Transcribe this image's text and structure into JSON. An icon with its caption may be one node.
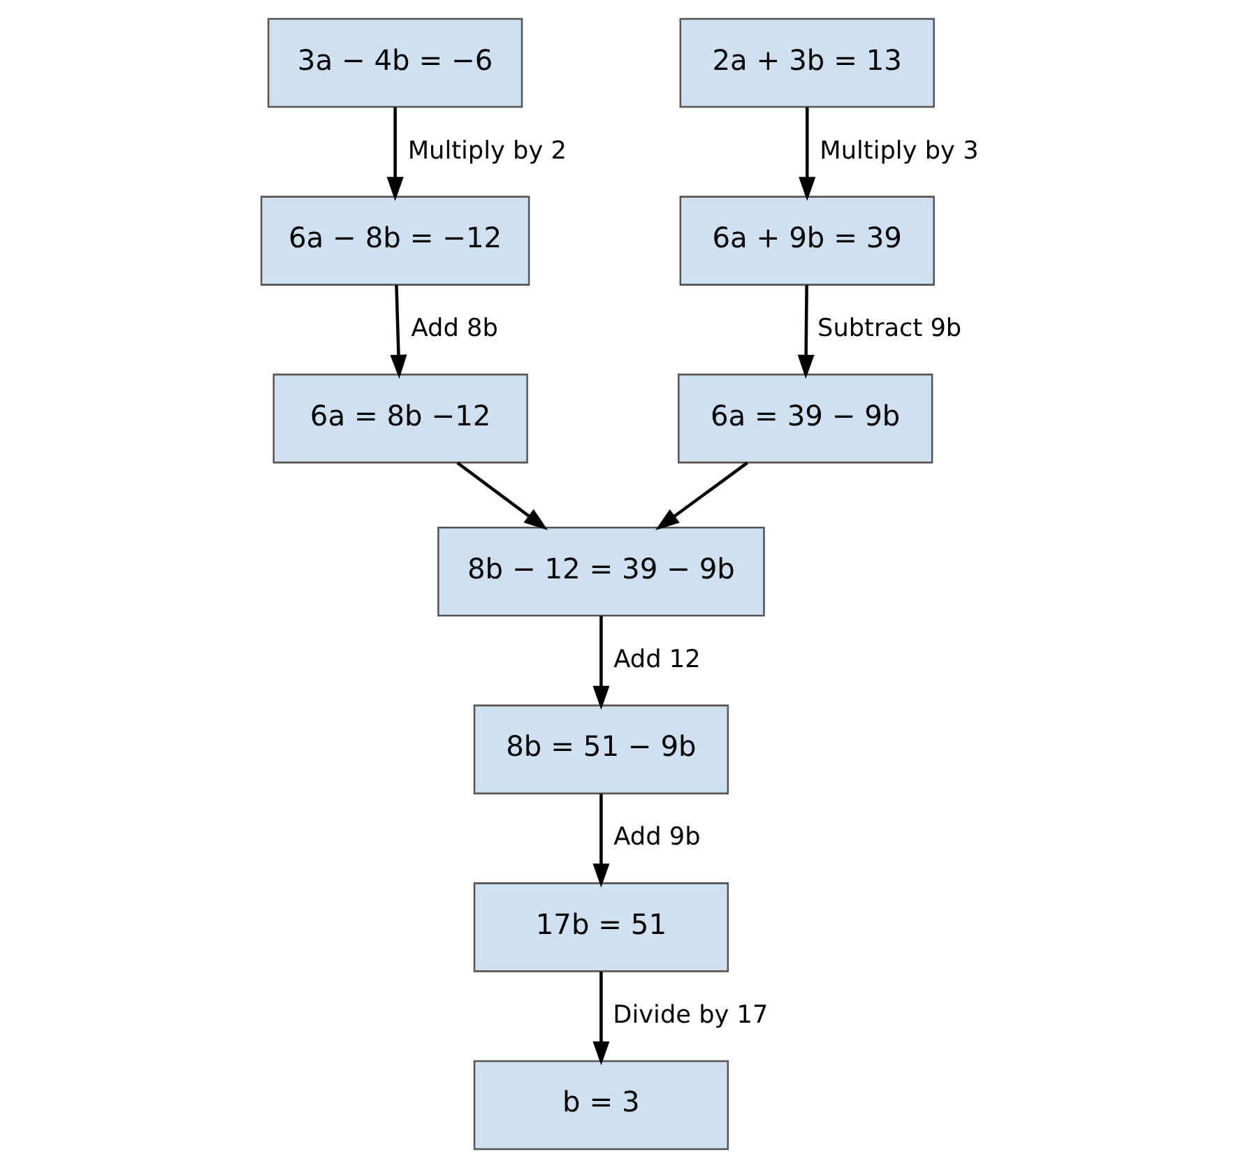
{
  "diagram": {
    "nodes": [
      {
        "text": [
          "3a − 4b = −6"
        ]
      },
      {
        "text": [
          "2a + 3b = 13"
        ]
      },
      {
        "text": [
          "6a − 8b = −12"
        ]
      },
      {
        "text": [
          "6a + 9b = 39"
        ]
      },
      {
        "text": [
          "6a = 8b −12"
        ]
      },
      {
        "text": [
          "6a = 39 − 9b"
        ]
      },
      {
        "text": [
          "8b − 12 = 39 − 9b"
        ]
      },
      {
        "text": [
          "8b = 51 − 9b"
        ]
      },
      {
        "text": [
          "17b = 51"
        ]
      },
      {
        "text": [
          "b = 3"
        ]
      }
    ],
    "edges": [
      {
        "from": 0,
        "to": 2,
        "arrow": "to",
        "label": "Multiply by 2"
      },
      {
        "from": 1,
        "to": 3,
        "arrow": "to",
        "label": "Multiply by 3"
      },
      {
        "from": 2,
        "to": 4,
        "arrow": "to",
        "label": "Add 8b"
      },
      {
        "from": 3,
        "to": 5,
        "arrow": "to",
        "label": "Subtract 9b"
      },
      {
        "from": 4,
        "to": 6,
        "arrow": "to"
      },
      {
        "from": 5,
        "to": 6,
        "arrow": "to"
      },
      {
        "from": 6,
        "to": 7,
        "arrow": "to",
        "label": "Add 12"
      },
      {
        "from": 7,
        "to": 8,
        "arrow": "to",
        "label": "Add 9b"
      },
      {
        "from": 8,
        "to": 9,
        "arrow": "to",
        "label": "Divide by 17"
      }
    ]
  }
}
